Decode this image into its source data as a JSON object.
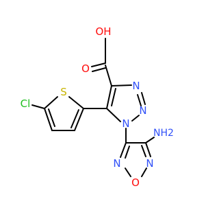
{
  "molecule": {
    "colors": {
      "bond": "#000000",
      "C": "#000000",
      "N": "#3050F8",
      "O": "#FF0D0D",
      "S": "#C8B400",
      "Cl": "#1FBF1F"
    },
    "labels": {
      "carboxyl_oh": "OH",
      "carbonyl_o": "O",
      "ring_n2": "N",
      "ring_n3": "N",
      "ring_n1": "N",
      "thiophene_s": "S",
      "chloro": "Cl",
      "amino": "NH2",
      "oxadiazole_n_left": "N",
      "oxadiazole_o": "O",
      "oxadiazole_n_right": "N"
    }
  }
}
